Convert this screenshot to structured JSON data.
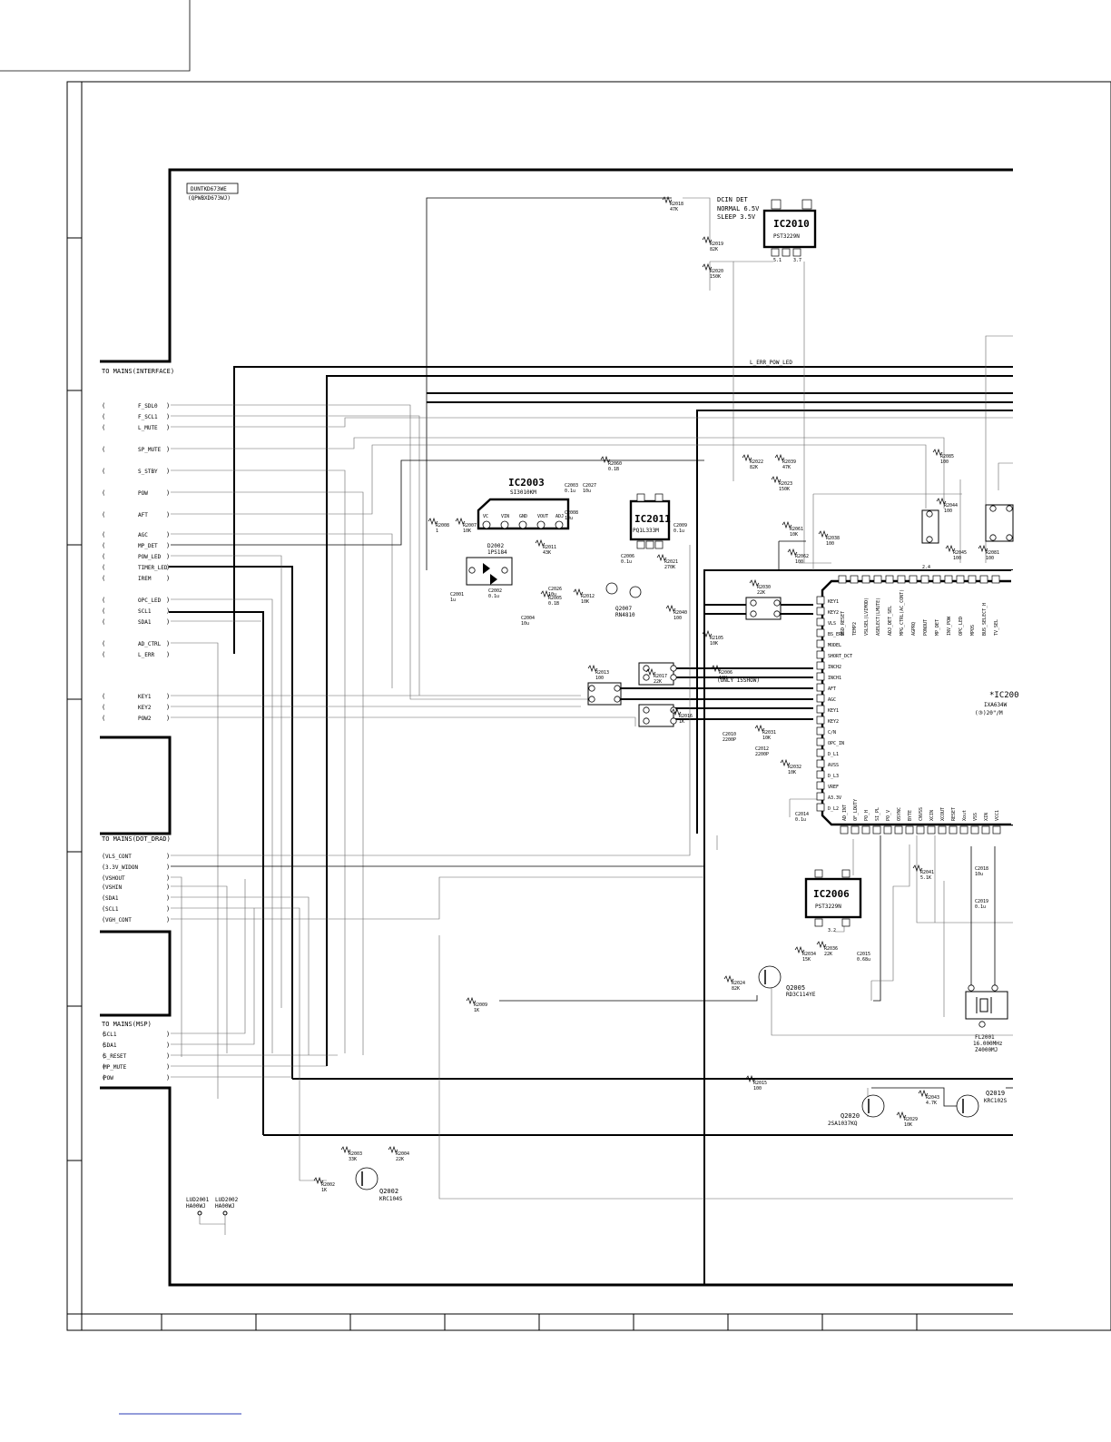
{
  "board": {
    "unit_label": "DUNTKD673WE",
    "unit_label_alt": "(QPWBXD673WJ)"
  },
  "connectors": {
    "interface": {
      "title": "TO MAINS(INTERFACE)",
      "pins": [
        "F_SDL0",
        "F_SCL1",
        "L_MUTE",
        "SP_MUTE",
        "S_STBY",
        "POW",
        "AFT",
        "AGC",
        "MP_DET",
        "POW_LED",
        "TIMER_LED",
        "IREM",
        "OPC_LED",
        "SCL1",
        "SDA1",
        "AD_CTRL",
        "L_ERR",
        "KEY1",
        "KEY2",
        "POW2"
      ]
    },
    "dot_drive": {
      "title": "TO MAINS(DOT_DRAD)",
      "pins": [
        "VLS_CONT",
        "3.3V_WIDON",
        "VSHOUT",
        "VSHIN",
        "SDA1",
        "SCL1",
        "VGH_CONT"
      ]
    },
    "msp": {
      "title": "TO MAINS(MSP)",
      "pins": [
        "SCL1",
        "SDA1",
        "S_RESET",
        "MP_MUTE",
        "POW"
      ]
    }
  },
  "dcin": {
    "title": "DCIN DET",
    "normal": "NORMAL  6.5V",
    "sleep": "SLEEP   3.5V"
  },
  "ics": {
    "ic2010": {
      "name": "IC2010",
      "part": "PST3229N"
    },
    "ic2003": {
      "name": "IC2003",
      "part": "SI3010KM",
      "pins": [
        "VC",
        "VIN",
        "GND",
        "VOUT",
        "ADJ"
      ]
    },
    "ic2011": {
      "name": "IC2011",
      "part": "PQ1L333M"
    },
    "ic2006": {
      "name": "IC2006",
      "part": "PST3229N"
    },
    "ic2001": {
      "name": "*IC200",
      "part": "IXA634W",
      "note": "(③)20\"/M"
    }
  },
  "main_ic_pins_left": [
    "KEY1",
    "KEY2",
    "VLS",
    "BS_ERR",
    "MODEL",
    "SHORT_DCT",
    "INCH2",
    "INCH1",
    "AFT",
    "AGC",
    "KEY1",
    "KEY2",
    "C/N",
    "OPC_IN",
    "D_L1",
    "AVSS",
    "D_L3",
    "VREF",
    "A3.3V",
    "D_L2"
  ],
  "main_ic_pins_top": [
    "OSD_RESET",
    "TEMP2",
    "VSLSEL(LVIMOD)",
    "ASELECT(LMUTE)",
    "ADJ_DET_SEL",
    "MPG_CTRL(AC_CONT)",
    "AGPRQ",
    "PONOUT",
    "MP_DET",
    "INV_POW",
    "OPC_LED",
    "MPOS",
    "BUS_SELECT_H",
    "TV_SEL"
  ],
  "main_ic_pins_bottom": [
    "AD_INT",
    "OF_LDUTY",
    "PO_H",
    "SI_PL",
    "PO_V",
    "OSYNC",
    "BYTE",
    "CNVSS",
    "XCIN",
    "XCOUT",
    "RESET",
    "Xout",
    "VSS",
    "XIN",
    "VCC1"
  ],
  "transistors": {
    "q2005": {
      "name": "Q2005",
      "part": "RD3C114YE"
    },
    "q2002": {
      "name": "Q2002",
      "part": "KRC104S"
    },
    "q2020": {
      "name": "Q2020",
      "part": "2SA1037KQ"
    },
    "q2019": {
      "name": "Q2019",
      "part": "KRC102S"
    },
    "q2007": {
      "name": "Q2007",
      "part": "RN4810"
    },
    "d2002": {
      "name": "D2002",
      "part": "1PS184"
    }
  },
  "crystal": {
    "name": "FL2001",
    "freq": "16.000MHz",
    "part": "Z4000MJ"
  },
  "leds": {
    "l1": {
      "name": "LUD2001",
      "part": "HA00WJ"
    },
    "l2": {
      "name": "LUD2002",
      "part": "HA00WJ"
    }
  },
  "net_labels": {
    "err_pow_led": "L_ERR_POW_LED",
    "only_15": "(ONLY 15SHOW)"
  },
  "resistors": [
    {
      "ref": "R2018",
      "val": "47K"
    },
    {
      "ref": "R2019",
      "val": "82K"
    },
    {
      "ref": "R2020",
      "val": "150K"
    },
    {
      "ref": "R2060",
      "val": "0.1B"
    },
    {
      "ref": "R2022",
      "val": "82K"
    },
    {
      "ref": "R2039",
      "val": "47K"
    },
    {
      "ref": "R2023",
      "val": "150K"
    },
    {
      "ref": "R2085",
      "val": "100"
    },
    {
      "ref": "R2008",
      "val": "1"
    },
    {
      "ref": "R2007",
      "val": "10K"
    },
    {
      "ref": "R2011",
      "val": "43K"
    },
    {
      "ref": "R2005",
      "val": "0.1B"
    },
    {
      "ref": "R2012",
      "val": "10K"
    },
    {
      "ref": "R2021",
      "val": "270K"
    },
    {
      "ref": "R2061",
      "val": "10K"
    },
    {
      "ref": "R2062",
      "val": "100"
    },
    {
      "ref": "R2038",
      "val": "100"
    },
    {
      "ref": "R2044",
      "val": "100"
    },
    {
      "ref": "R2045",
      "val": "100"
    },
    {
      "ref": "R2081",
      "val": "100"
    },
    {
      "ref": "R2030",
      "val": "22K"
    },
    {
      "ref": "R2040",
      "val": "100"
    },
    {
      "ref": "R2105",
      "val": "10K"
    },
    {
      "ref": "R2017",
      "val": "22K"
    },
    {
      "ref": "R2013",
      "val": "100"
    },
    {
      "ref": "R2016",
      "val": "1K"
    },
    {
      "ref": "R2006",
      "val": "10K"
    },
    {
      "ref": "R2031",
      "val": "10K"
    },
    {
      "ref": "R2032",
      "val": "10K"
    },
    {
      "ref": "R2041",
      "val": "5.1K"
    },
    {
      "ref": "R2036",
      "val": "22K"
    },
    {
      "ref": "R2034",
      "val": "15K"
    },
    {
      "ref": "R2024",
      "val": "82K"
    },
    {
      "ref": "R2009",
      "val": "1K"
    },
    {
      "ref": "R2015",
      "val": "100"
    },
    {
      "ref": "R2043",
      "val": "4.7K"
    },
    {
      "ref": "R2029",
      "val": "10K"
    },
    {
      "ref": "R2003",
      "val": "33K"
    },
    {
      "ref": "R2004",
      "val": "22K"
    },
    {
      "ref": "R2002",
      "val": "1K"
    }
  ],
  "capacitors": [
    {
      "ref": "C2003",
      "val": "0.1u"
    },
    {
      "ref": "C2027",
      "val": "10u"
    },
    {
      "ref": "C2008",
      "val": "10u"
    },
    {
      "ref": "C2009",
      "val": "0.1u"
    },
    {
      "ref": "C2001",
      "val": "1u"
    },
    {
      "ref": "C2002",
      "val": "0.1u"
    },
    {
      "ref": "C2026",
      "val": "10u"
    },
    {
      "ref": "C2004",
      "val": "10u"
    },
    {
      "ref": "C2006",
      "val": "0.1u"
    },
    {
      "ref": "C2010",
      "val": "2200P"
    },
    {
      "ref": "C2012",
      "val": "2200P"
    },
    {
      "ref": "C2014",
      "val": "0.1u"
    },
    {
      "ref": "C2018",
      "val": "10u"
    },
    {
      "ref": "C2019",
      "val": "0.1u"
    },
    {
      "ref": "C2015",
      "val": "0.68u"
    }
  ],
  "voltages": [
    "5.1",
    "3.7",
    "2.4",
    "3.2"
  ],
  "grid": {
    "rows": 9,
    "cols": 10
  },
  "link_color": "#2a3ab5"
}
